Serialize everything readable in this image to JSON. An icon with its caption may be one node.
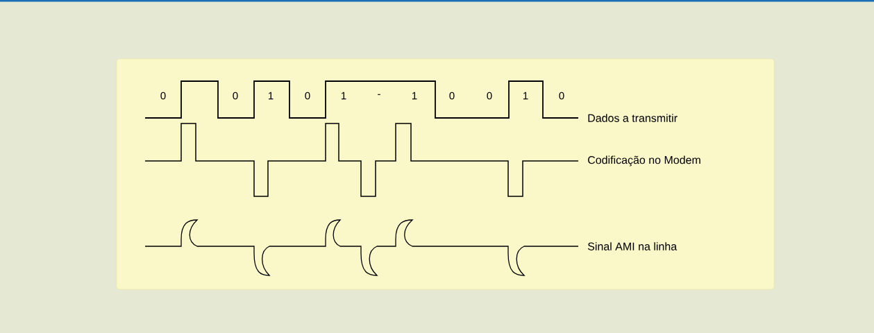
{
  "diagram": {
    "labels": [
      "0",
      "0",
      "1",
      "0",
      "1",
      "-",
      "1",
      "0",
      "0",
      "1",
      "0",
      "Dados a transmitir",
      "Codificação no Modem",
      "Sinal AMI na linha"
    ]
  }
}
